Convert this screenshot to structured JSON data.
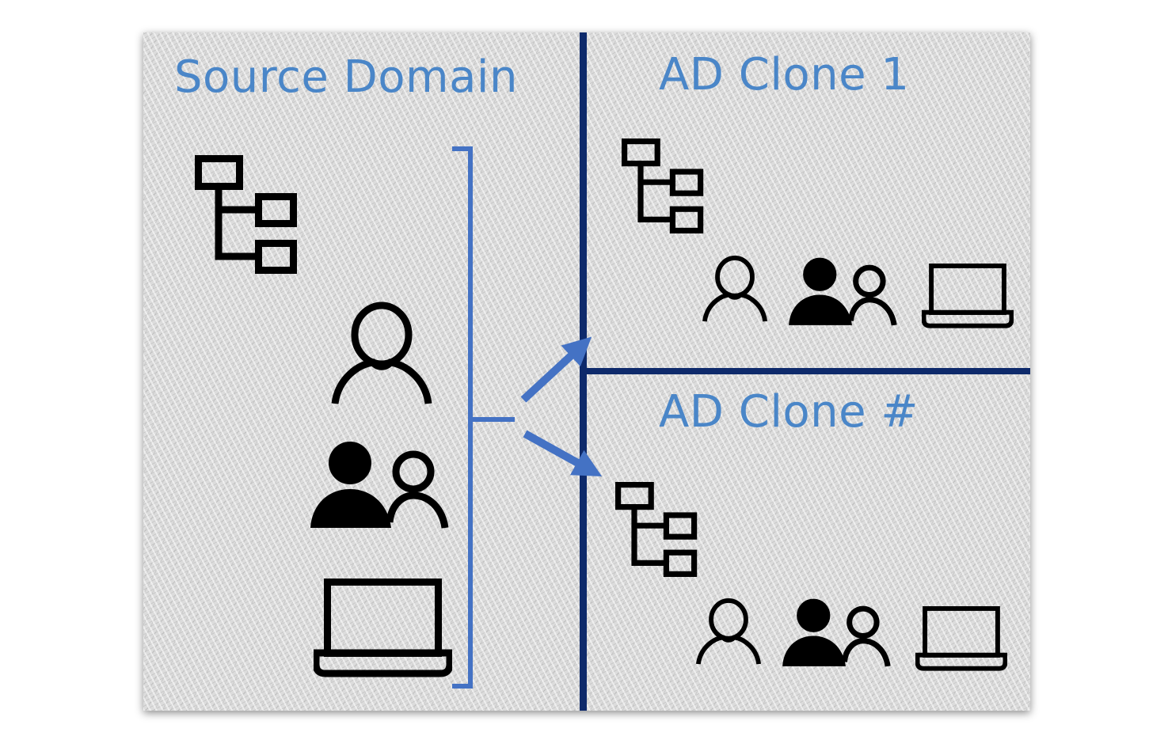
{
  "colors": {
    "title": "#4a86c8",
    "divider": "#0e2a6b",
    "bracket": "#4472c4",
    "icon": "#000000"
  },
  "panels": {
    "source": {
      "title": "Source Domain",
      "icons": [
        "org-tree-icon",
        "user-icon",
        "users-icon",
        "laptop-icon"
      ]
    },
    "clone1": {
      "title": "AD Clone 1",
      "icons": [
        "org-tree-icon",
        "user-icon",
        "users-icon",
        "laptop-icon"
      ]
    },
    "clone_n": {
      "title": "AD Clone #",
      "icons": [
        "org-tree-icon",
        "user-icon",
        "users-icon",
        "laptop-icon"
      ]
    }
  }
}
